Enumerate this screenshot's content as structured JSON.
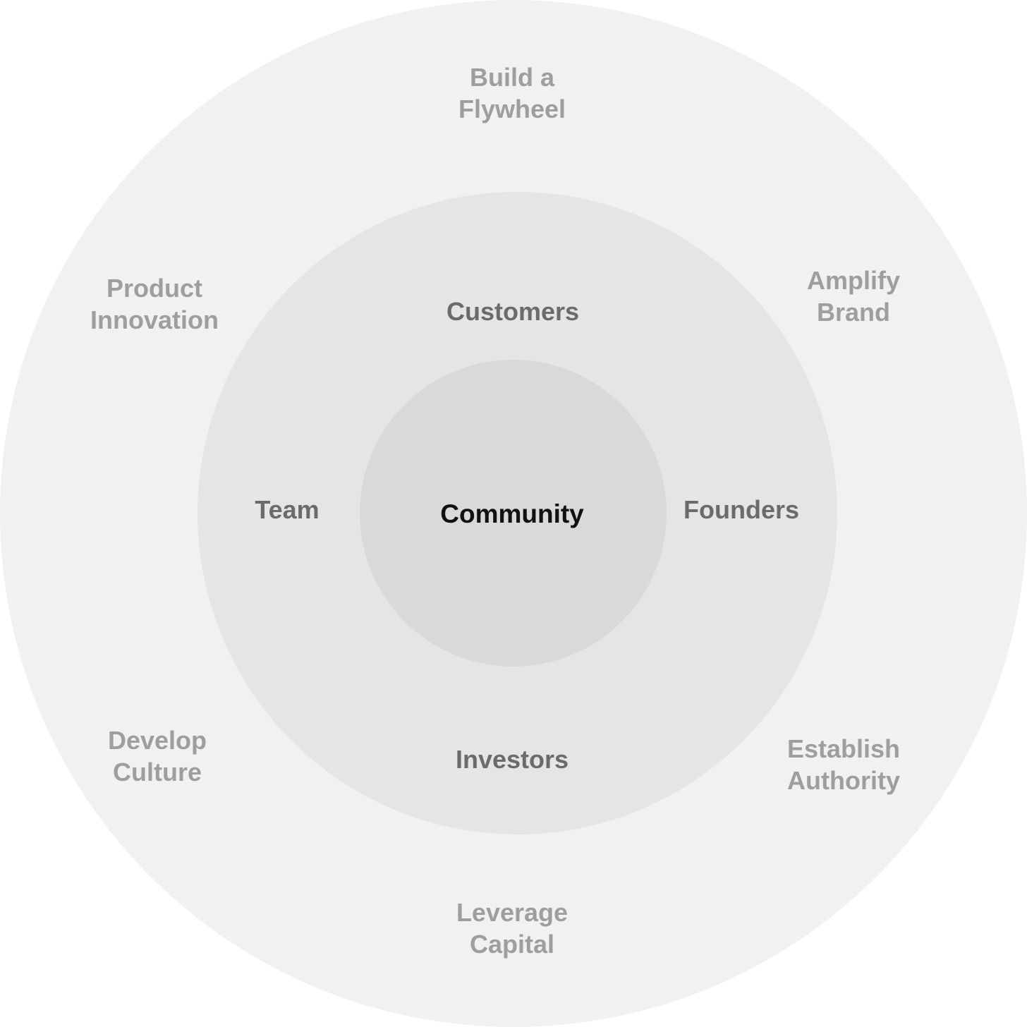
{
  "diagram": {
    "center": "Community",
    "middle_ring": {
      "top": "Customers",
      "left": "Team",
      "right": "Founders",
      "bottom": "Investors"
    },
    "outer_ring": {
      "top": [
        "Build a",
        "Flywheel"
      ],
      "upper_left": [
        "Product",
        "Innovation"
      ],
      "upper_right": [
        "Amplify",
        "Brand"
      ],
      "lower_left": [
        "Develop",
        "Culture"
      ],
      "lower_right": [
        "Establish",
        "Authority"
      ],
      "bottom": [
        "Leverage",
        "Capital"
      ]
    },
    "colors": {
      "outer_ring": "#f1f1f1",
      "middle_ring": "#e5e5e5",
      "inner_circle": "#d9d9d9",
      "outer_text": "#9e9e9e",
      "middle_text": "#6b6b6b",
      "center_text": "#111111"
    }
  }
}
